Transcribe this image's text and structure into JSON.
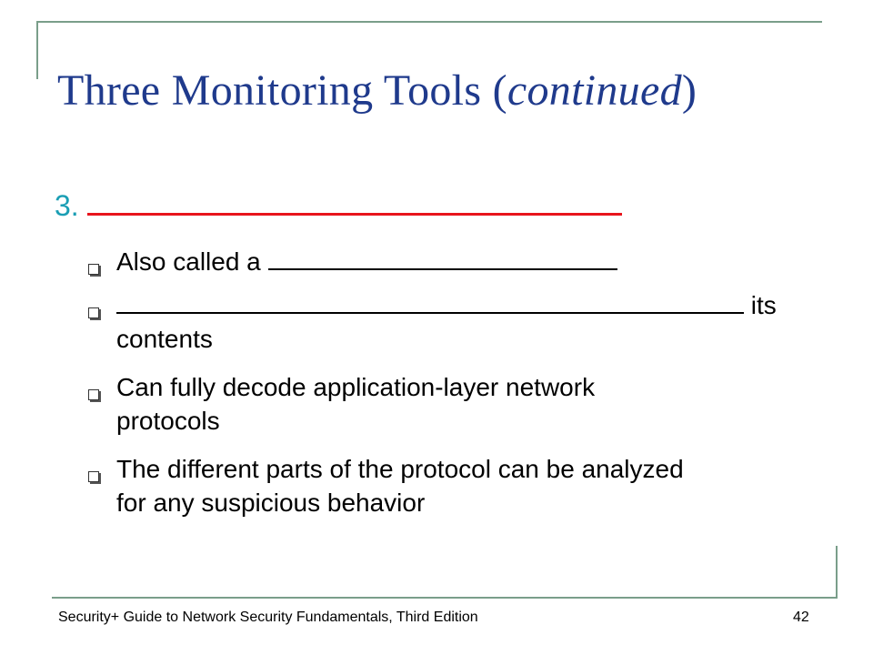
{
  "slide": {
    "title_main": "Three Monitoring Tools ",
    "title_paren_open": "(",
    "title_italic": "continued",
    "title_paren_close": ")",
    "item_number": "3.",
    "bullets": [
      {
        "prefix": "Also called a ",
        "suffix": ""
      },
      {
        "prefix": "",
        "suffix": " its",
        "continuation": "contents"
      },
      {
        "line1": "Can fully decode application-layer network",
        "line2": "protocols"
      },
      {
        "line1": "The different parts of the protocol can be analyzed",
        "line2": "for any suspicious behavior"
      }
    ]
  },
  "footer": {
    "book_title": "Security+ Guide to Network Security Fundamentals, Third Edition",
    "page_number": "42"
  },
  "colors": {
    "title": "#1f3a8c",
    "level1_text": "#1a9eb4",
    "blank_line": "#e8141c",
    "frame_rule": "#7a9e8a"
  }
}
